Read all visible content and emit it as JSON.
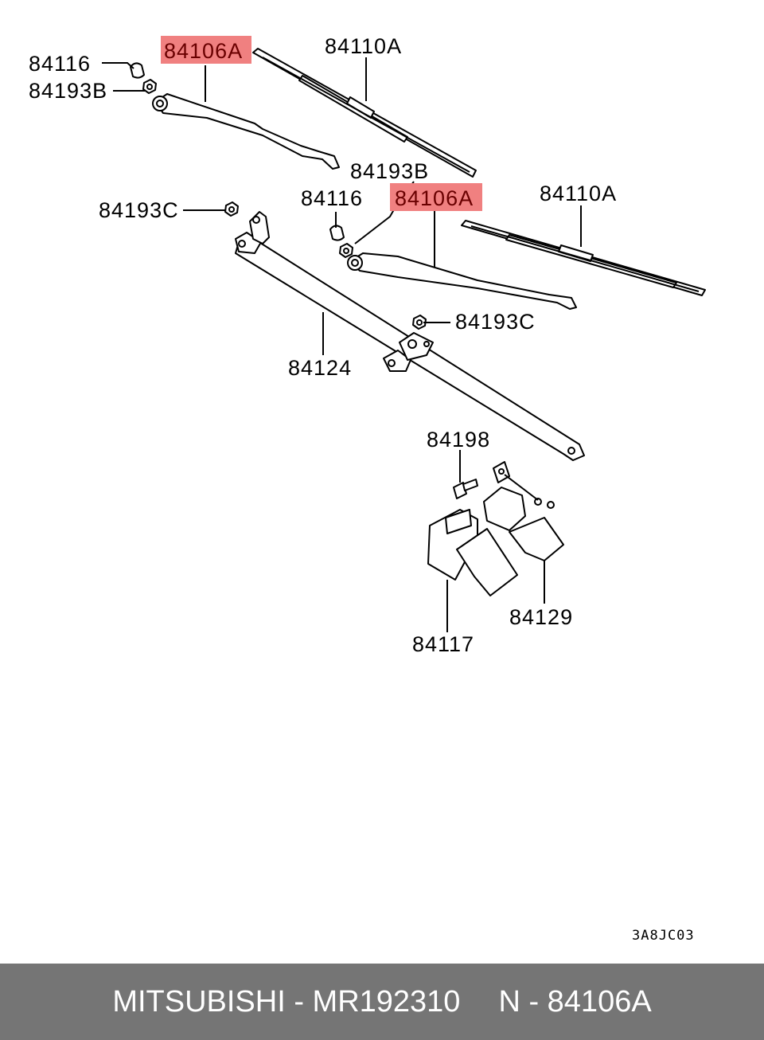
{
  "diagram": {
    "highlight_color": "#f08080",
    "callouts": [
      {
        "id": "c1",
        "text": "84116"
      },
      {
        "id": "c2",
        "text": "84193B"
      },
      {
        "id": "c3",
        "text": "84106A",
        "highlighted": true
      },
      {
        "id": "c4",
        "text": "84110A"
      },
      {
        "id": "c5",
        "text": "84193B"
      },
      {
        "id": "c6",
        "text": "84116"
      },
      {
        "id": "c7",
        "text": "84106A",
        "highlighted": true
      },
      {
        "id": "c8",
        "text": "84110A"
      },
      {
        "id": "c9",
        "text": "84193C"
      },
      {
        "id": "c10",
        "text": "84193C"
      },
      {
        "id": "c11",
        "text": "84124"
      },
      {
        "id": "c12",
        "text": "84198"
      },
      {
        "id": "c13",
        "text": "84129"
      },
      {
        "id": "c14",
        "text": "84117"
      }
    ],
    "drawing_code": "3A8JC03"
  },
  "footer": {
    "brand_part": "MITSUBISHI - MR192310",
    "ref": "N - 84106A",
    "background": "#757575"
  }
}
